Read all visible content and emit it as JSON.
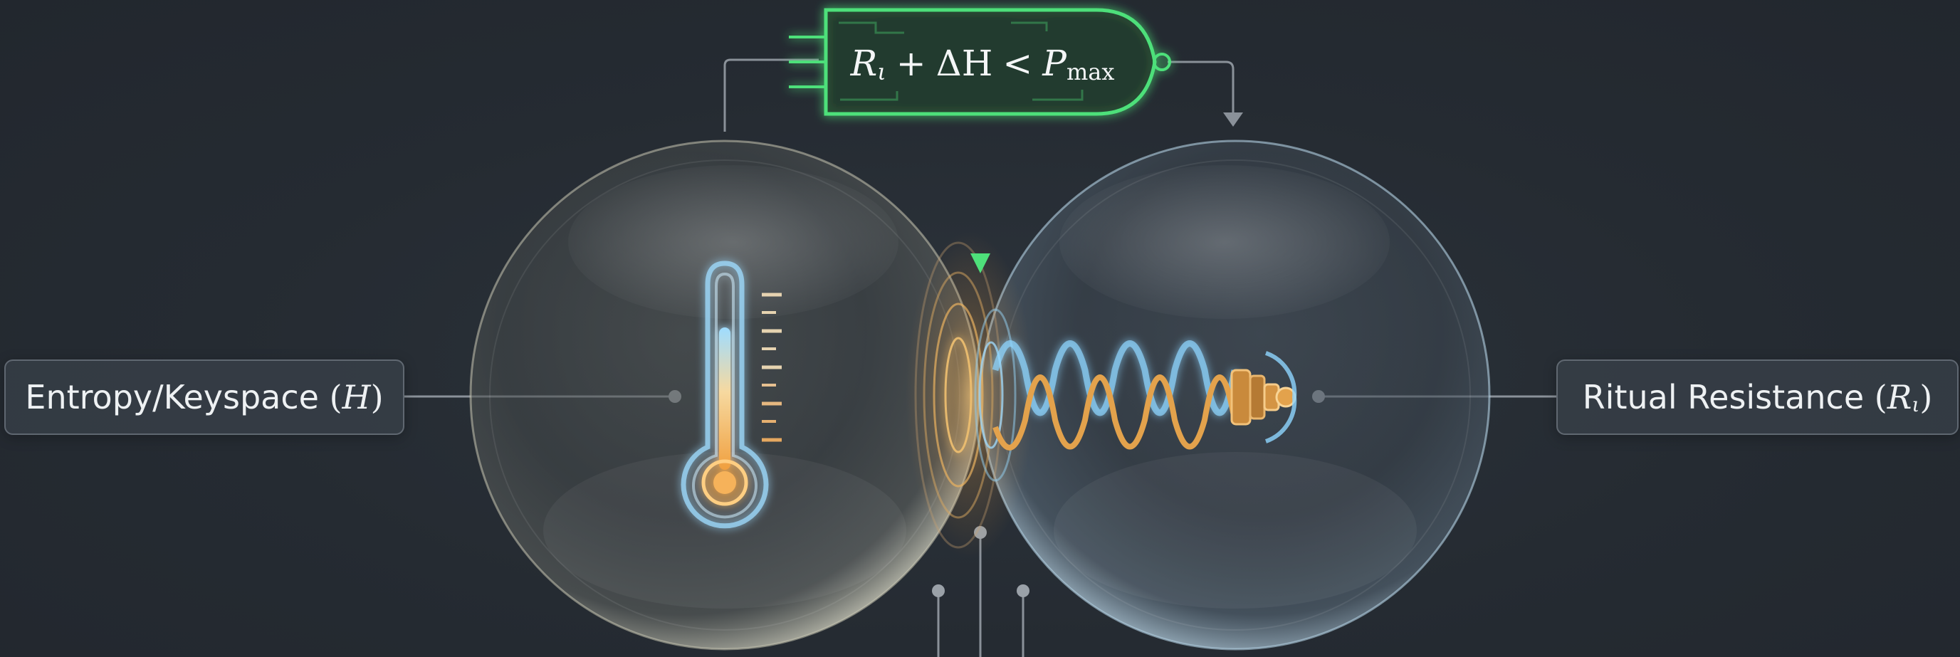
{
  "labels": {
    "left": {
      "text": "Entropy/Keyspace",
      "variable": "H"
    },
    "right": {
      "text": "Ritual Resistance",
      "variable": "R",
      "subscript": "ι"
    }
  },
  "gate": {
    "r_var": "R",
    "r_sub": "ι",
    "plus": "+",
    "delta": "ΔH",
    "less_than": "<",
    "p_var": "P",
    "p_sub": "max"
  },
  "icons": {
    "left_sphere": "thermometer-icon",
    "right_sphere": "spring-icon",
    "gate": "logic-gate-icon"
  },
  "colors": {
    "background": "#252b32",
    "gate_green": "#4ee07a",
    "warm_glow": "#f0a040",
    "cool_glow": "#8fd6ff",
    "connector_gray": "#8a9199"
  }
}
